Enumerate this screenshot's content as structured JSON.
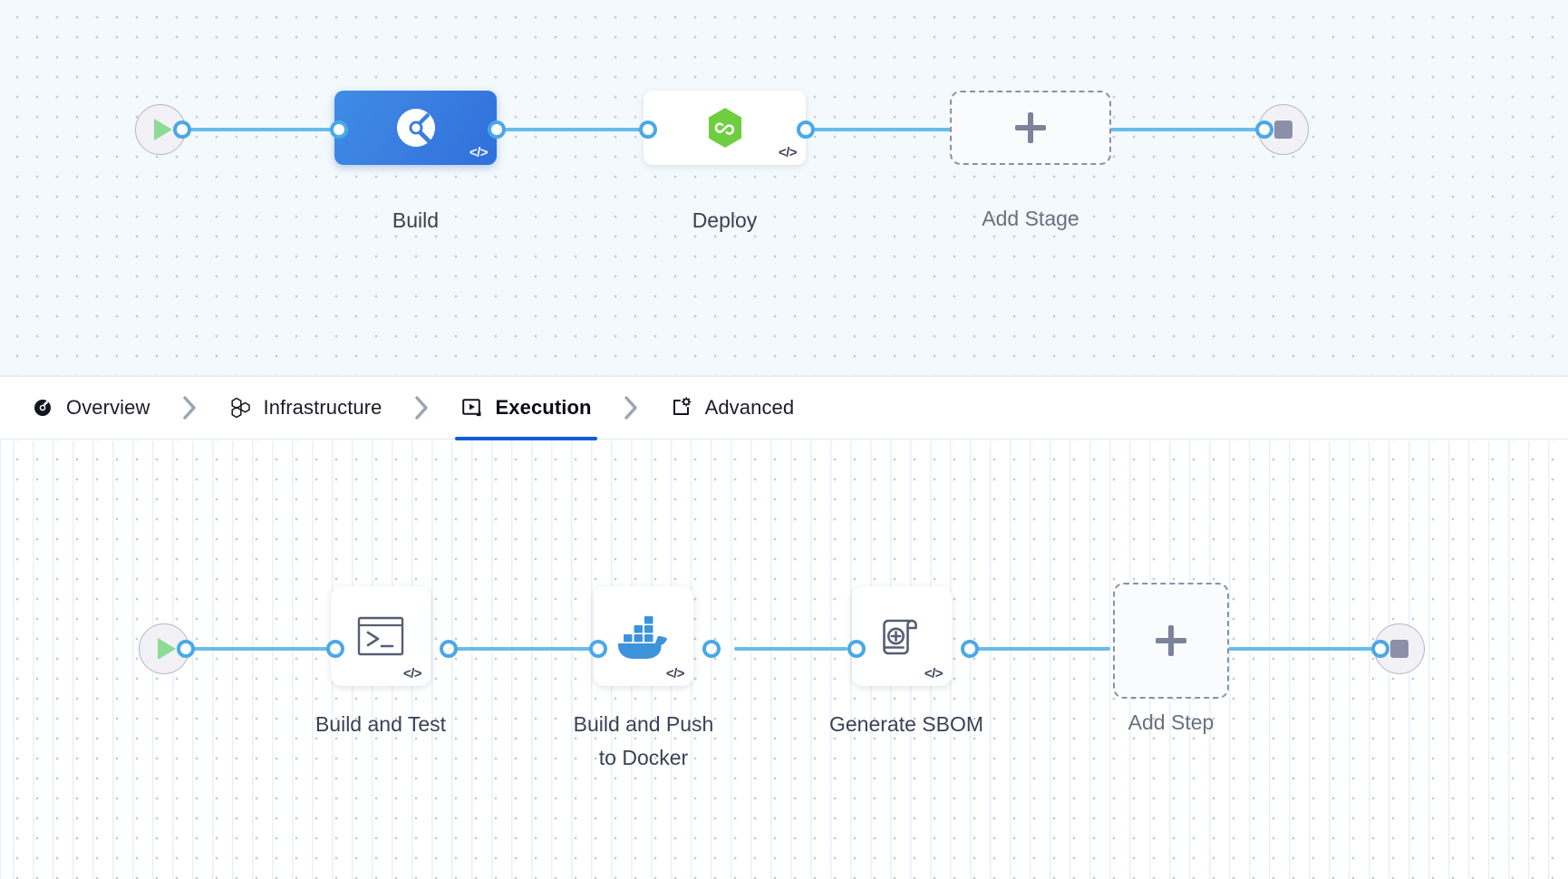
{
  "stage_canvas": {
    "name": "pipeline-stage-canvas",
    "start_node": {
      "icon": "play-icon",
      "label": ""
    },
    "end_node": {
      "icon": "stop-icon",
      "label": ""
    },
    "stages": [
      {
        "id": "build",
        "label": "Build",
        "icon": "ci-build-icon",
        "selected": true,
        "badge": "</>"
      },
      {
        "id": "deploy",
        "label": "Deploy",
        "icon": "harness-infinity-icon",
        "selected": false,
        "badge": "</>"
      }
    ],
    "add_stage": {
      "label": "Add Stage",
      "icon": "plus-icon"
    }
  },
  "tabbar": {
    "name": "stage-configuration-tabs",
    "separator": "chevron-right-icon",
    "tabs": [
      {
        "id": "overview",
        "label": "Overview",
        "icon": "overview-icon",
        "active": false
      },
      {
        "id": "infrastructure",
        "label": "Infrastructure",
        "icon": "hexagons-icon",
        "active": false
      },
      {
        "id": "execution",
        "label": "Execution",
        "icon": "execution-play-icon",
        "active": true
      },
      {
        "id": "advanced",
        "label": "Advanced",
        "icon": "advanced-gear-icon",
        "active": false
      }
    ]
  },
  "step_canvas": {
    "name": "pipeline-step-canvas",
    "start_node": {
      "icon": "play-icon"
    },
    "end_node": {
      "icon": "stop-icon"
    },
    "steps": [
      {
        "id": "build-and-test",
        "label": "Build and Test",
        "icon": "terminal-icon",
        "badge": "</>"
      },
      {
        "id": "build-and-push-docker",
        "label": "Build and Push\nto Docker",
        "icon": "docker-icon",
        "badge": "</>"
      },
      {
        "id": "generate-sbom",
        "label": "Generate SBOM",
        "icon": "sbom-scroll-icon",
        "badge": "</>"
      }
    ],
    "add_step": {
      "label": "Add Step",
      "icon": "plus-icon"
    }
  },
  "colors": {
    "accent_blue": "#0b5cd8",
    "wire_blue": "#68bcec",
    "endpoint_blue": "#4aa8e8",
    "selected_stage": "#3a7ee0",
    "deploy_green": "#6fce3f",
    "docker_blue": "#3c93da",
    "play_green": "#8ddb95",
    "stop_gray": "#8b90a8",
    "canvas_top_bg": "#f3f9fd",
    "canvas_bottom_bg": "#ffffff",
    "dashed_border": "#8a90a6"
  }
}
